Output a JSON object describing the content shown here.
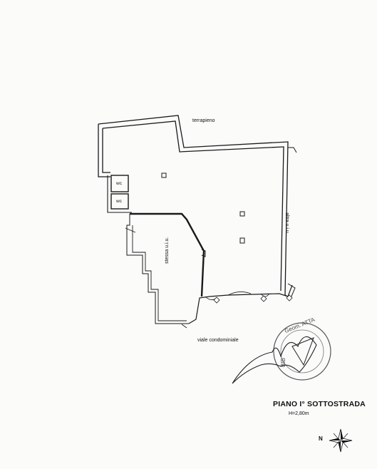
{
  "rooms": {
    "terrapieno": "terrapieno",
    "wc_upper": "wc",
    "wc_lower": "wc",
    "stessa_uiu": "stessa u.i.u.",
    "altra_uiu": "altra u.i.u.",
    "viale": "viale condominiale"
  },
  "title": {
    "floor": "PIANO I° SOTTOSTRADA",
    "height": "H=2,80m"
  },
  "compass": {
    "label": "N",
    "icon": "compass-rose-icon"
  },
  "stamp": {
    "text": "Geom. ATTA",
    "side": "BIB"
  }
}
